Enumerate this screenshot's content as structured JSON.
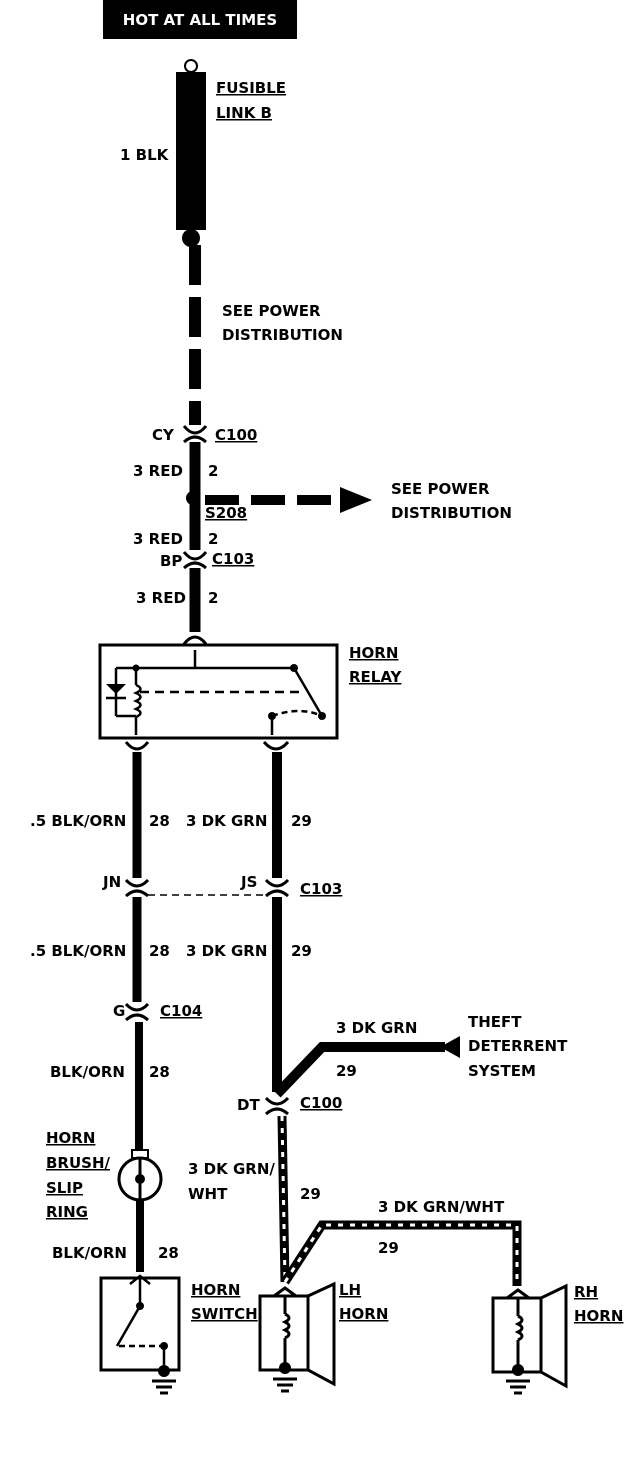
{
  "header": {
    "title": "HOT AT ALL TIMES"
  },
  "fusible_link": {
    "name_line1": "FUSIBLE",
    "name_line2": "LINK B",
    "wire": "1 BLK"
  },
  "power_distribution_top": {
    "line1": "SEE POWER",
    "line2": "DISTRIBUTION"
  },
  "connector_c100_top": {
    "pin": "CY",
    "name": "C100"
  },
  "wire_3red_a": {
    "gauge_color": "3 RED",
    "circuit": "2"
  },
  "splice": {
    "name": "S208"
  },
  "power_distribution_right": {
    "line1": "SEE POWER",
    "line2": "DISTRIBUTION"
  },
  "wire_3red_b": {
    "gauge_color": "3 RED",
    "circuit": "2"
  },
  "connector_c103_top": {
    "pin": "BP",
    "name": "C103"
  },
  "wire_3red_c": {
    "gauge_color": "3 RED",
    "circuit": "2"
  },
  "horn_relay": {
    "line1": "HORN",
    "line2": "RELAY"
  },
  "wire_blk_orn_a": {
    "gauge_color": ".5 BLK/ORN",
    "circuit": "28"
  },
  "wire_dkgrn_a": {
    "gauge_color": "3 DK GRN",
    "circuit": "29"
  },
  "connector_c103_mid": {
    "pin_left": "JN",
    "pin_right": "JS",
    "name": "C103"
  },
  "wire_blk_orn_b": {
    "gauge_color": ".5 BLK/ORN",
    "circuit": "28"
  },
  "wire_dkgrn_b": {
    "gauge_color": "3 DK GRN",
    "circuit": "29"
  },
  "connector_c104": {
    "pin": "G",
    "name": "C104"
  },
  "wire_dkgrn_theft": {
    "gauge_color": "3 DK GRN",
    "circuit": "29"
  },
  "theft_deterrent": {
    "line1": "THEFT",
    "line2": "DETERRENT",
    "line3": "SYSTEM"
  },
  "wire_blk_orn_c": {
    "gauge_color": "BLK/ORN",
    "circuit": "28"
  },
  "connector_c100_bottom": {
    "pin": "DT",
    "name": "C100"
  },
  "horn_brush": {
    "line1": "HORN",
    "line2": "BRUSH/",
    "line3": "SLIP",
    "line4": "RING"
  },
  "wire_dkgrn_wht_a": {
    "gauge_color_line1": "3 DK GRN/",
    "gauge_color_line2": "WHT",
    "circuit": "29"
  },
  "wire_dkgrn_wht_b": {
    "gauge_color": "3 DK GRN/WHT",
    "circuit": "29"
  },
  "wire_blk_orn_d": {
    "gauge_color": "BLK/ORN",
    "circuit": "28"
  },
  "horn_switch": {
    "line1": "HORN",
    "line2": "SWITCH"
  },
  "lh_horn": {
    "line1": "LH",
    "line2": "HORN"
  },
  "rh_horn": {
    "line1": "RH",
    "line2": "HORN"
  }
}
